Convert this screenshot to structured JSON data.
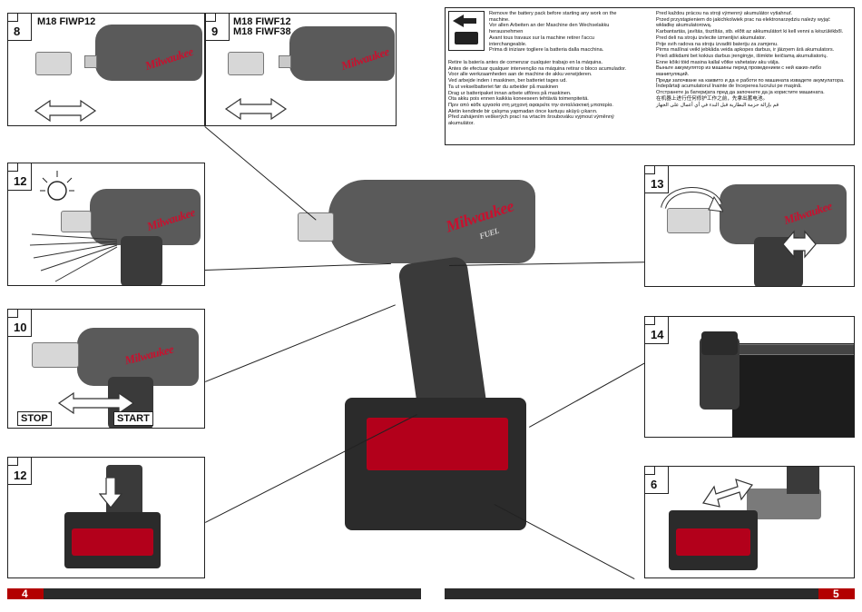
{
  "page_left": {
    "number": "4",
    "panels": [
      {
        "step": "8",
        "title_lines": [
          "M18 FIWP12"
        ]
      },
      {
        "step": "9",
        "title_lines": [
          "M18 FIWF12",
          "M18 FIWF38"
        ]
      },
      {
        "step": "12"
      },
      {
        "step": "10",
        "stop_label": "STOP",
        "start_label": "START"
      },
      {
        "step": "12"
      }
    ]
  },
  "page_right": {
    "number": "5",
    "panels": [
      {
        "step": "13"
      },
      {
        "step": "14"
      },
      {
        "step": "6"
      }
    ]
  },
  "brand": "Milwaukee",
  "sub_brand": "FUEL",
  "warning_lines_col1": [
    "Remove the battery pack before starting any work on the",
    "machine.",
    "Vor allen Arbeiten an der Maschine den Wechselakku",
    "herausnehmen",
    "Avant tous travaux sur la machine retirer l'accu",
    "interchangeable.",
    "Prima di iniziare togliere la batteria dalla macchina.",
    "Retire la batería antes de comenzar cualquier trabajo en la máquina.",
    "Antes de efectuar qualquer intervenção na máquina retirar o bloco acumulador.",
    "Voor alle werkzaamheden aan de machine de akku verwijderen.",
    "Ved arbejde inden i maskinen, ber batteriet tages ud.",
    "Ta ut vekselbatteriet før du arbeider på maskinen",
    "Drag ur batteripaket innan arbete utföres på maskinen.",
    "Ota akku pois ennen kaikkia koneeseen tehtäviä toimenpiteitä.",
    "Πριν από κάθε εργασία στη μηχανή αφαιρείτε την ανταλλακτική μπαταρία.",
    "Aletin kendinde bir çalışma yapmadan önce kartuşu aküyü çıkarın.",
    "Před zahájením veškerých prací na vrtacím šroubováku vyjmout výměnný",
    "akumulátor."
  ],
  "warning_lines_col2": [
    "Pred každou prácou na stroji výmenný akumulátor vytiahnuť.",
    "Przed przystąpieniem do jakichkolwiek prac na elektronarzędziu należy wyjąć",
    "wkładkę akumulatorową.",
    "Karbantartás, javítás, tisztítás, stb. előtt az akkumulátort ki kell venni a készülékből.",
    "Pred deli na stroju izvlecite izmenljivi akumulator.",
    "Prije svih radova na stroju izvaditi bateriju za zamjenu.",
    "Pirms mašīnai veikt jebkāda veida apkopes darbus, ir jāizņem ārā akumulators.",
    "Prieš atlikdami bet kokius darbus įrenginyje, išimkite keičiamą akumuliatorių.",
    "Enne kõiki töid masina kallal võtke vahetatav aku välja.",
    "Выньте аккумулятор из машины перед проведением с ней каких-либо",
    "манипуляций.",
    "Преди започване на каквито и да е работи по машината извадете акумулатора.",
    "Îndepărtaţi acumulatorul înainte de începerea lucrului pe maşină.",
    "Отстранете ја батеријата пред да започнете да ја користите машината.",
    "在机器上进行任何修护工作之前，先拿出蓄电池。",
    "قم بإزالة حزمة البطارية قبل البدء في أي أعمال على الجهاز"
  ]
}
